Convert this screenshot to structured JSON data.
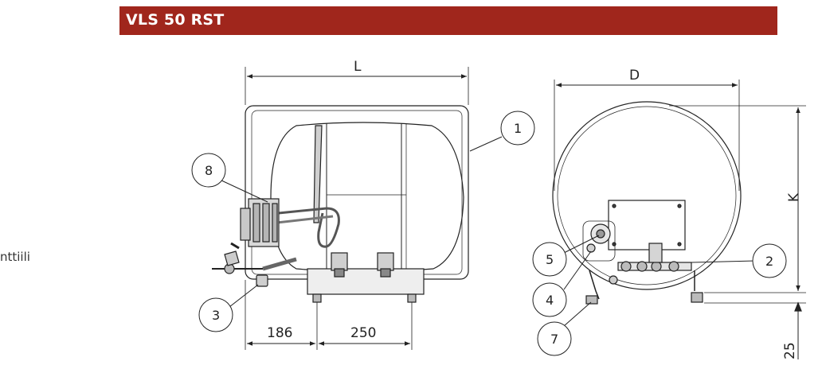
{
  "header": {
    "title": "VLS 50 RST"
  },
  "side_label": "nttiili",
  "front_view": {
    "dim_width": "L",
    "dim_left": "186",
    "dim_middle": "250"
  },
  "side_view": {
    "dim_diameter": "D",
    "dim_height": "K",
    "dim_foot": "25"
  },
  "callouts": [
    "1",
    "2",
    "3",
    "4",
    "5",
    "7",
    "8"
  ],
  "colors": {
    "banner": "#a0261c",
    "line": "#222222"
  }
}
